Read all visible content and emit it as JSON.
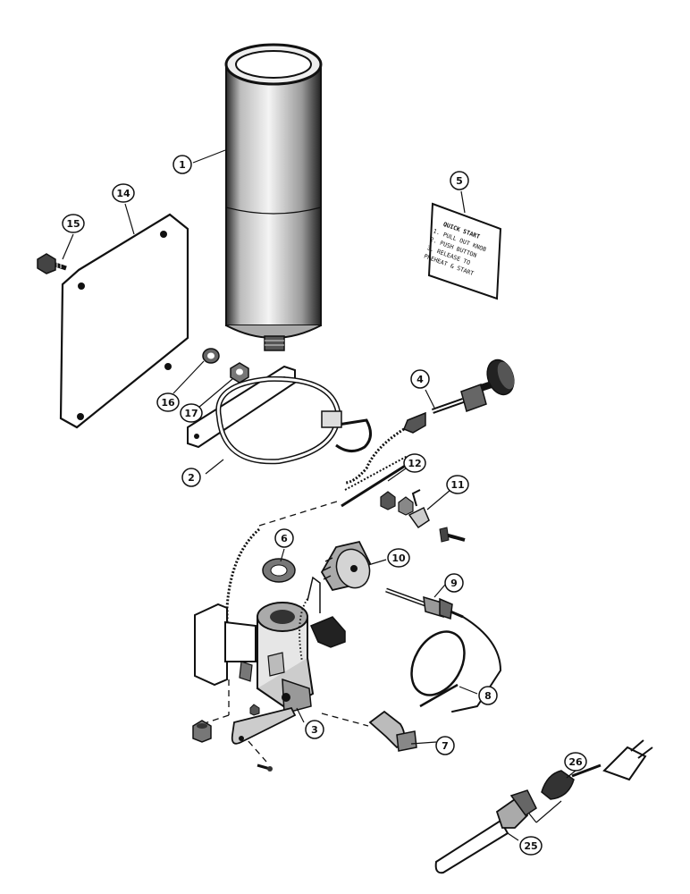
{
  "colors": {
    "ink": "#111111",
    "paper": "#ffffff",
    "shade": "#555555"
  },
  "callouts": [
    {
      "id": "c1",
      "label": "1"
    },
    {
      "id": "c2",
      "label": "2"
    },
    {
      "id": "c3",
      "label": "3"
    },
    {
      "id": "c4",
      "label": "4"
    },
    {
      "id": "c5",
      "label": "5"
    },
    {
      "id": "c6",
      "label": "6"
    },
    {
      "id": "c7",
      "label": "7"
    },
    {
      "id": "c8",
      "label": "8"
    },
    {
      "id": "c9",
      "label": "9"
    },
    {
      "id": "c10",
      "label": "10"
    },
    {
      "id": "c11",
      "label": "11"
    },
    {
      "id": "c12",
      "label": "12"
    },
    {
      "id": "c14",
      "label": "14"
    },
    {
      "id": "c15",
      "label": "15"
    },
    {
      "id": "c16",
      "label": "16"
    },
    {
      "id": "c17",
      "label": "17"
    },
    {
      "id": "c25",
      "label": "25"
    },
    {
      "id": "c26",
      "label": "26"
    }
  ],
  "decal": {
    "heading": "QUICK START",
    "lines": [
      "1. PULL OUT KNOB",
      "2. PUSH BUTTON",
      "3. RELEASE TO",
      "   PREHEAT & START"
    ]
  }
}
